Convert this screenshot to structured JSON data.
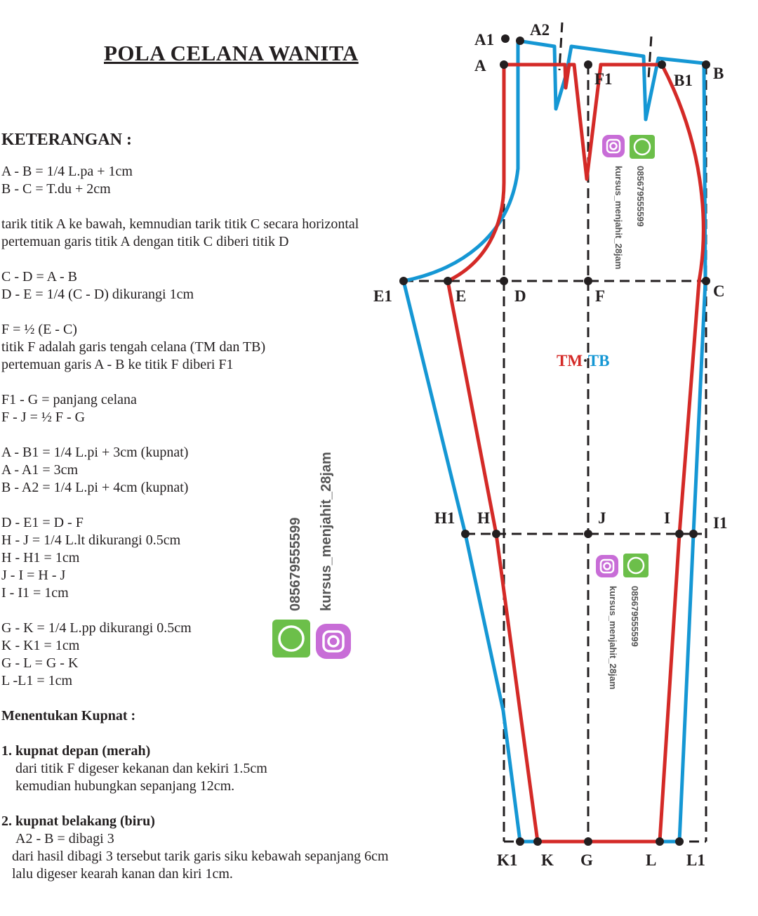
{
  "title": "POLA CELANA WANITA",
  "notes": {
    "heading": "KETERANGAN :",
    "groups": [
      [
        "A - B = 1/4 L.pa + 1cm",
        "B - C = T.du + 2cm"
      ],
      [
        "tarik titik A ke bawah, kemnudian tarik titik C secara horizontal",
        "pertemuan garis titik A dengan titik C diberi titik D"
      ],
      [
        "C - D = A - B",
        "D - E = 1/4 (C - D) dikurangi 1cm"
      ],
      [
        "F = ½ (E - C)",
        "titik F adalah garis tengah celana (TM dan TB)",
        "pertemuan garis A - B ke titik F diberi F1"
      ],
      [
        "F1 - G = panjang celana",
        "F - J = ½ F - G"
      ],
      [
        "A - B1 = 1/4 L.pi + 3cm (kupnat)",
        "A - A1 = 3cm",
        "B - A2 = 1/4 L.pi + 4cm (kupnat)"
      ],
      [
        "D - E1 = D - F",
        "H - J = 1/4 L.lt dikurangi 0.5cm",
        "H - H1 = 1cm",
        "J - I = H - J",
        "I - I1 = 1cm"
      ],
      [
        "G - K = 1/4 L.pp dikurangi 0.5cm",
        "K - K1 = 1cm",
        "G - L = G - K",
        "L -L1 = 1cm"
      ]
    ],
    "dart_heading": "Menentukan Kupnat :",
    "front_dart": {
      "title": "1. kupnat depan (merah)",
      "lines": [
        "dari titik F digeser kekanan dan kekiri 1.5cm",
        "kemudian hubungkan sepanjang 12cm."
      ]
    },
    "back_dart": {
      "title": "2. kupnat belakang (biru)",
      "lines": [
        "A2 - B = dibagi 3",
        "dari hasil dibagi 3 tersebut tarik garis siku kebawah sepanjang 6cm",
        "lalu digeser kearah kanan dan kiri 1cm."
      ]
    }
  },
  "points": {
    "A1": "A1",
    "A2": "A2",
    "A": "A",
    "B": "B",
    "F1": "F1",
    "B1": "B1",
    "E1": "E1",
    "E": "E",
    "D": "D",
    "F": "F",
    "C": "C",
    "H1": "H1",
    "H": "H",
    "J": "J",
    "I": "I",
    "I1": "I1",
    "K1": "K1",
    "K": "K",
    "G": "G",
    "L": "L",
    "L1": "L1"
  },
  "center_label": {
    "front": "TM",
    "separator": "·",
    "back": "TB"
  },
  "watermark": {
    "phone": "085679555599",
    "handle": "kursus_menjahit_28jam"
  },
  "colors": {
    "front_pattern": "#d42a27",
    "back_pattern": "#1597d4",
    "guide_lines": "#231f20",
    "whatsapp": "#6cbf4a"
  }
}
